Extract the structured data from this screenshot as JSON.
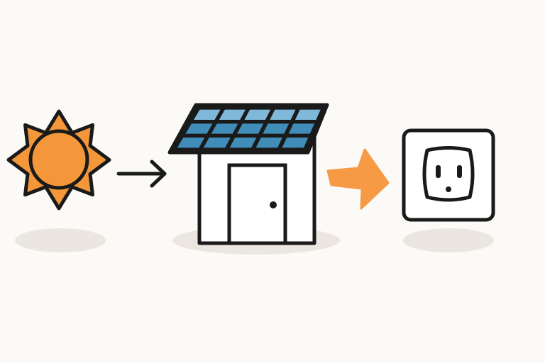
{
  "diagram": {
    "nodes": [
      {
        "id": "sun",
        "icon": "sun-icon"
      },
      {
        "id": "house",
        "icon": "house-with-solar-roof-icon"
      },
      {
        "id": "outlet",
        "icon": "power-outlet-icon"
      }
    ],
    "edges": [
      {
        "from": "sun",
        "to": "house",
        "icon": "arrow-right-icon",
        "color": "#1a1a1a"
      },
      {
        "from": "house",
        "to": "outlet",
        "icon": "electric-arrow-icon",
        "color": "#f79a45"
      }
    ]
  },
  "colors": {
    "background": "#fbfaf7",
    "outline": "#1a1a1a",
    "sun_fill": "#f4973a",
    "panel_light": "#7fb8d8",
    "panel_dark": "#3f8db8",
    "arrow_orange": "#f79a45",
    "shadow": "#ebe7e0"
  }
}
